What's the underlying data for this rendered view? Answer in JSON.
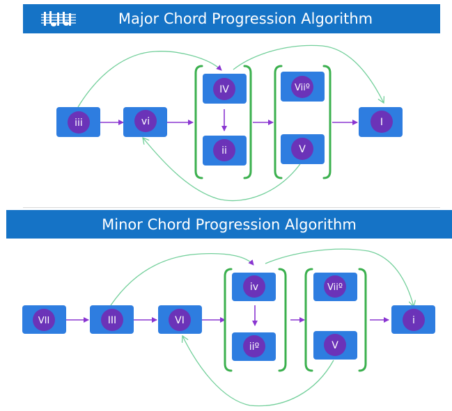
{
  "colors": {
    "banner": "#1573c6",
    "node_box": "#2e7de0",
    "node_circle": "#6b33b8",
    "step_arrow": "#8a35d1",
    "jump_arrow": "#72cf9a",
    "bracket": "#3bb04e"
  },
  "header": {
    "logo_icon": "music-staff-logo-icon"
  },
  "major": {
    "title": "Major Chord Progression Algorithm",
    "nodes": {
      "iii": "iii",
      "vi": "vi",
      "IV": "IV",
      "ii": "ii",
      "vii": "Viiº",
      "V": "V",
      "I": "I"
    }
  },
  "minor": {
    "title": "Minor Chord Progression Algorithm",
    "nodes": {
      "VII": "VII",
      "III": "III",
      "VI": "VI",
      "iv": "iv",
      "ii": "iiº",
      "vii": "Viiº",
      "V": "V",
      "i": "i"
    }
  }
}
